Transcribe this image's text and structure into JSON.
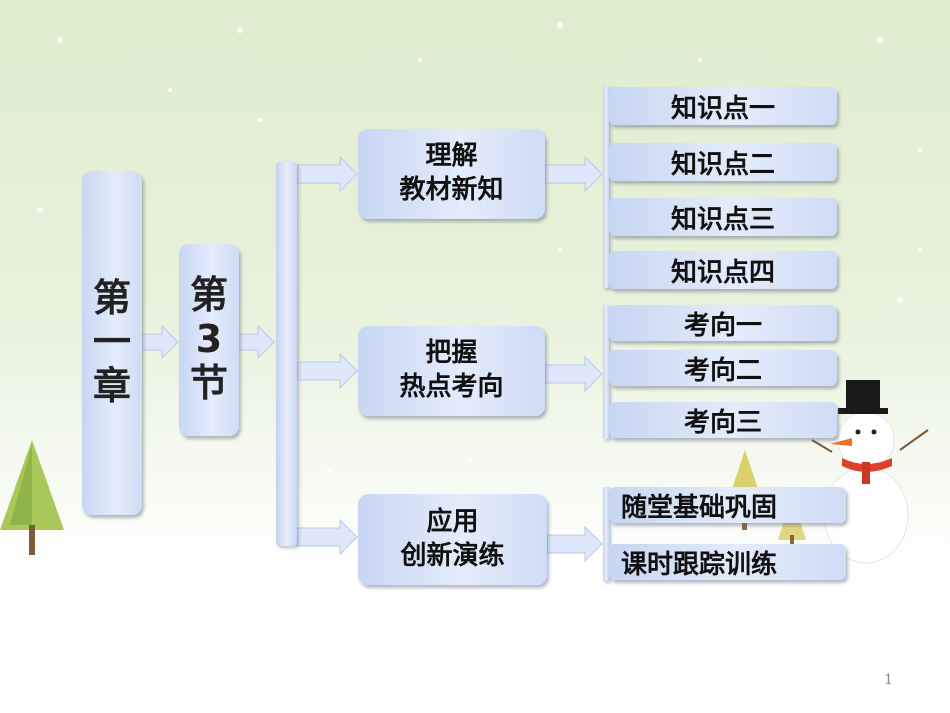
{
  "chapter": {
    "label_lines": [
      "第",
      "一",
      "章"
    ]
  },
  "section": {
    "label_lines": [
      "第",
      "3",
      "节"
    ]
  },
  "hubs": [
    {
      "lines": [
        "理解",
        "教材新知"
      ],
      "items": [
        "知识点一",
        "知识点二",
        "知识点三",
        "知识点四"
      ]
    },
    {
      "lines": [
        "把握",
        "热点考向"
      ],
      "items": [
        "考向一",
        "考向二",
        "考向三"
      ]
    },
    {
      "lines": [
        "应用",
        "创新演练"
      ],
      "items": [
        "随堂基础巩固",
        "课时跟踪训练"
      ]
    }
  ],
  "page_number": "1",
  "colors": {
    "box": "#dbe5f8",
    "arrow": "#dfe8fa",
    "text": "#111111"
  }
}
